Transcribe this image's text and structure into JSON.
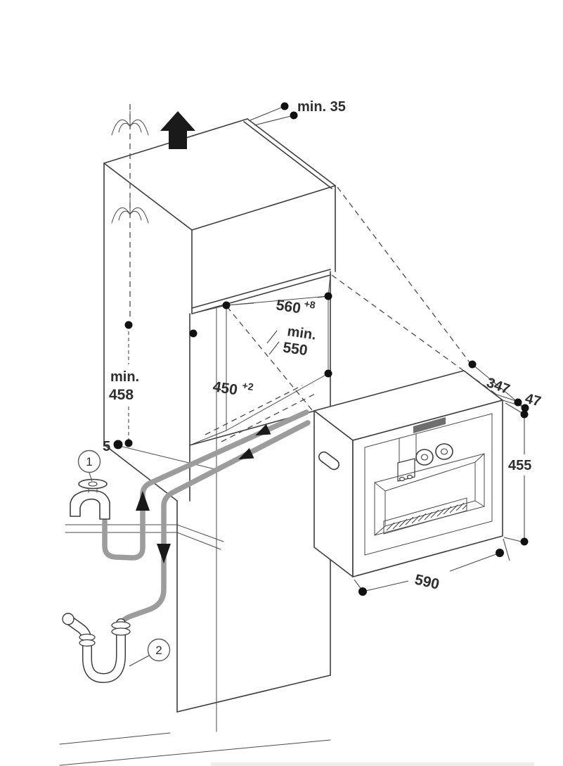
{
  "figure": {
    "kind": "built-in coffee machine installation diagram",
    "colors": {
      "line": "#3d3d3d",
      "hose": "#9c9c9c",
      "text": "#2e2e2e",
      "background": "#ffffff"
    },
    "labels": {
      "top_clearance": "min. 35",
      "niche_width": "560",
      "niche_width_tol": "+8",
      "niche_depth_l1": "min.",
      "niche_depth_l2": "550",
      "niche_height": "450",
      "niche_height_tol": "+2",
      "side_height_l1": "min.",
      "side_height_l2": "458",
      "bottom_gap": "5",
      "depth_347": "347",
      "door_47": "47",
      "height_455": "455",
      "width_590": "590",
      "callout_tap": "1",
      "callout_siphon": "2"
    }
  }
}
